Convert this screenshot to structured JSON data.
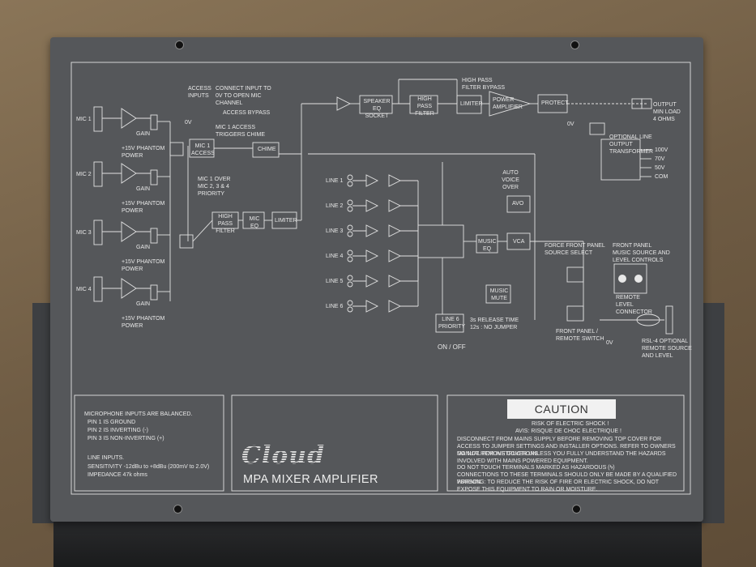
{
  "brand": "Cloud",
  "model": "MPA MIXER AMPLIFIER",
  "diagram": {
    "mics": [
      "MIC 1",
      "MIC 2",
      "MIC 3",
      "MIC 4"
    ],
    "gain": "GAIN",
    "phantom": "+15V PHANTOM POWER",
    "lines": [
      "LINE 1",
      "LINE 2",
      "LINE 3",
      "LINE 4",
      "LINE 5",
      "LINE 6"
    ],
    "access_inputs": "ACCESS INPUTS",
    "connect_input": "CONNECT INPUT TO 0V TO OPEN MIC CHANNEL",
    "access_bypass": "ACCESS BYPASS",
    "mic1_access_chime": "MIC 1 ACCESS TRIGGERS CHIME",
    "mic1_access": "MIC 1 ACCESS",
    "chime": "CHIME",
    "mic1_over": "MIC 1 OVER MIC 2, 3 & 4 PRIORITY",
    "high_pass_filter": "HIGH PASS FILTER",
    "mic_eq": "MIC EQ",
    "limiter": "LIMITER",
    "speaker_eq_socket": "SPEAKER EQ SOCKET",
    "hpf_bypass": "HIGH PASS FILTER BYPASS",
    "power_amplifier": "POWER AMPLIFIER",
    "protect": "PROTECT",
    "output": "OUTPUT MIN LOAD 4 OHMS",
    "optional_transformer": "OPTIONAL LINE OUTPUT TRANSFORMER",
    "taps": [
      "100V",
      "70V",
      "50V",
      "COM"
    ],
    "auto_voice_over": "AUTO VOICE OVER",
    "avo": "AVO",
    "music_eq": "MUSIC EQ",
    "vca": "VCA",
    "music_mute": "MUSIC MUTE",
    "force_front_panel": "FORCE FRONT PANEL SOURCE SELECT",
    "front_panel_controls": "FRONT PANEL MUSIC SOURCE AND LEVEL CONTROLS",
    "remote_level": "REMOTE LEVEL CONNECTOR",
    "front_remote_switch": "FRONT PANEL / REMOTE SWITCH",
    "rsl4": "RSL-4 OPTIONAL REMOTE SOURCE AND LEVEL",
    "line6_priority": "LINE 6 PRIORITY",
    "release_time": "3s RELEASE TIME 12s : NO JUMPER",
    "on_off": "ON / OFF",
    "zero_v": "0V"
  },
  "mic_box": {
    "title": "MICROPHONE INPUTS ARE BALANCED.",
    "pins": [
      "PIN 1  IS GROUND",
      "PIN 2  IS INVERTING (-)",
      "PIN 3  IS NON-INVERTING (+)"
    ],
    "line_inputs": "LINE INPUTS.",
    "sensitivity": "SENSITIVITY   -12dBu to +8dBu (200mV to 2.0V)",
    "impedance": "IMPEDANCE   47k ohms"
  },
  "caution": {
    "title": "CAUTION",
    "shock": "RISK OF ELECTRIC SHOCK !",
    "avis": "AVIS: RISQUE DE CHOC ELECTRIQUE !",
    "p1": "DISCONNECT FROM MAINS SUPPLY BEFORE REMOVING TOP COVER FOR ACCESS TO JUMPER SETTINGS AND INSTALLER OPTIONS. REFER TO OWNERS MANUAL FOR INSTRUCTIONS.",
    "p2": "DO NOT REMOVE COVER UNLESS YOU FULLY UNDERSTAND THE HAZARDS INVOLVED WITH MAINS POWERED EQUIPMENT.",
    "p3": "DO NOT TOUCH TERMINALS MARKED AS HAZARDOUS (ϟ)",
    "p4": "CONNECTIONS TO THESE TERMINALS SHOULD ONLY BE MADE BY A QUALIFIED PERSON.",
    "warning": "WARNING: TO REDUCE THE RISK OF FIRE OR ELECTRIC SHOCK, DO NOT EXPOSE THIS EQUIPMENT TO RAIN OR MOISTURE."
  }
}
